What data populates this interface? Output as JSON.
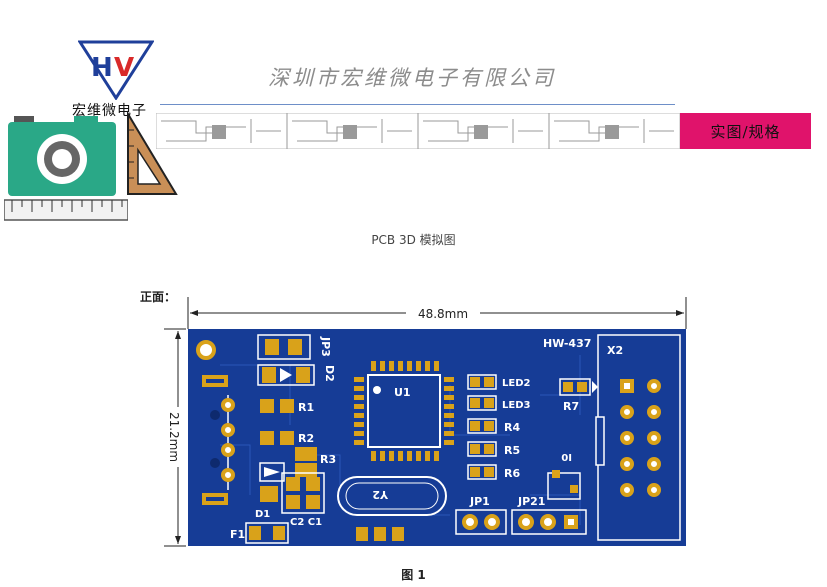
{
  "header": {
    "logo_text": "宏维微电子",
    "company_name": "深圳市宏维微电子有限公司",
    "tag_label": "实图/规格"
  },
  "subtitle": "PCB 3D 模拟图",
  "front_label": "正面：",
  "dimensions": {
    "width": "48.8mm",
    "height": "21.2mm"
  },
  "board": {
    "model": "HW-437",
    "labels": {
      "jp3": "JP3",
      "d2": "D2",
      "r1": "R1",
      "r2": "R2",
      "r3": "R3",
      "u1": "U1",
      "led2": "LED2",
      "led3": "LED3",
      "r4": "R4",
      "r5": "R5",
      "r6": "R6",
      "r7": "R7",
      "x2": "X2",
      "d1": "D1",
      "c2c1": "C2 C1",
      "f1": "F1",
      "y2": "Y2",
      "jp1": "JP1",
      "jp21": "JP21",
      "ic": "I0"
    }
  },
  "caption": "图 1",
  "colors": {
    "board": "#163c96",
    "pad": "#d9a21a",
    "tag": "#e0136b",
    "camera": "#2aa887"
  }
}
